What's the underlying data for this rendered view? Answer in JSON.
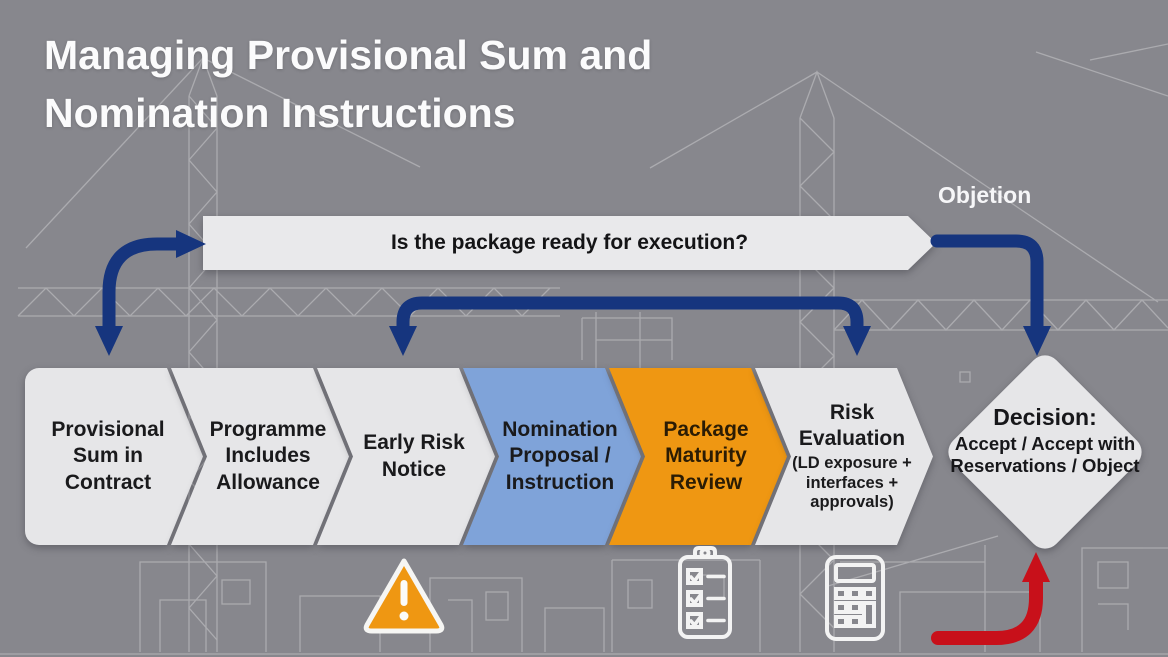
{
  "slide": {
    "title": "Managing Provisional Sum and Nomination Instructions"
  },
  "banner": {
    "question": "Is the package ready for execution?"
  },
  "labels": {
    "objection": "Objetion"
  },
  "steps": [
    {
      "label": "Provisional Sum in Contract",
      "color": "gray"
    },
    {
      "label": "Programme Includes Allowance",
      "color": "gray"
    },
    {
      "label": "Early Risk Notice",
      "color": "gray"
    },
    {
      "label": "Nomination Proposal / Instruction",
      "color": "blue"
    },
    {
      "label": "Package Maturity Review",
      "color": "orange"
    },
    {
      "label": "Risk Evaluation",
      "sub": "(LD exposure + interfaces + approvals)",
      "color": "gray"
    }
  ],
  "decision": {
    "heading": "Decision:",
    "options": "Accept / Accept with Reservations / Object"
  },
  "icons": {
    "warning": "warning-triangle-icon",
    "checklist": "checklist-clipboard-icon",
    "calculator": "calculator-icon"
  },
  "colors": {
    "background": "#87878d",
    "shape_gray": "#e6e6e8",
    "shape_blue": "#7fa3d9",
    "shape_orange": "#ef9712",
    "arrow_navy": "#16357e",
    "arrow_red": "#c8101a",
    "title_text": "#fbfbfc"
  }
}
